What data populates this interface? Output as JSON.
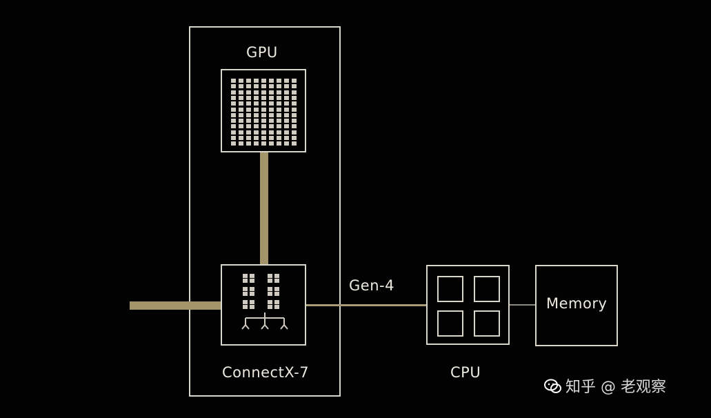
{
  "diagram": {
    "gpu_label": "GPU",
    "connectx_label": "ConnectX-7",
    "cpu_label": "CPU",
    "memory_label": "Memory",
    "link_label": "Gen-4"
  },
  "watermark": {
    "icon": "wechat-icon",
    "text": "知乎 @ 老观察"
  },
  "colors": {
    "background": "#000000",
    "outline": "#d9d6cc",
    "link_gold": "#a4946a"
  }
}
